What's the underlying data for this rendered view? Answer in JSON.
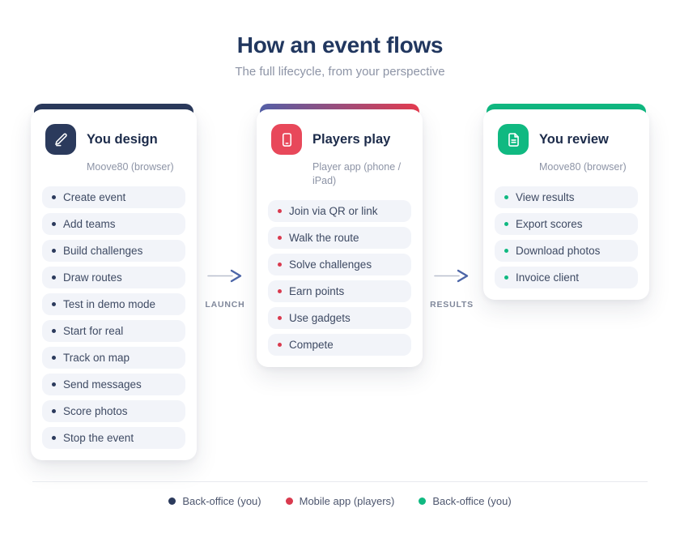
{
  "header": {
    "title": "How an event flows",
    "subtitle": "The full lifecycle, from your perspective"
  },
  "cards": [
    {
      "title": "You design",
      "subtitle": "Moove80 (browser)",
      "icon": "pencil-icon",
      "accent": "#2b3a5c",
      "items": [
        "Create event",
        "Add teams",
        "Build challenges",
        "Draw routes",
        "Test in demo mode",
        "Start for real",
        "Track on map",
        "Send messages",
        "Score photos",
        "Stop the event"
      ]
    },
    {
      "title": "Players play",
      "subtitle": "Player app (phone / iPad)",
      "icon": "smartphone-icon",
      "accent": "#e8485a",
      "accent_gradient": [
        "#5561a9",
        "#e63c50"
      ],
      "items": [
        "Join via QR or link",
        "Walk the route",
        "Solve challenges",
        "Earn points",
        "Use gadgets",
        "Compete"
      ]
    },
    {
      "title": "You review",
      "subtitle": "Moove80 (browser)",
      "icon": "file-text-icon",
      "accent": "#10b981",
      "items": [
        "View results",
        "Export scores",
        "Download photos",
        "Invoice client"
      ]
    }
  ],
  "connectors": [
    {
      "label": "LAUNCH"
    },
    {
      "label": "RESULTS"
    }
  ],
  "legend": [
    {
      "label": "Back-office (you)",
      "color": "#2b3a5c"
    },
    {
      "label": "Mobile app (players)",
      "color": "#d93a4e"
    },
    {
      "label": "Back-office (you)",
      "color": "#10b981"
    }
  ],
  "colors": {
    "title": "#21375f",
    "subtitle_gray": "#8d94a6",
    "pill_background": "#f2f4f9",
    "arrow_chevron": "#4d66a8",
    "arrow_line": "#b9bfce"
  }
}
